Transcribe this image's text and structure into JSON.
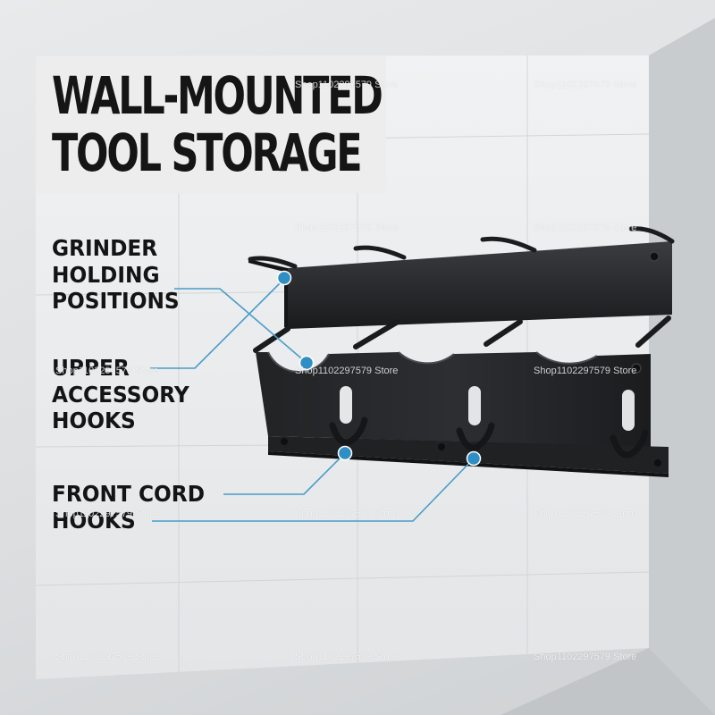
{
  "title": {
    "line1": "WALL-MOUNTED",
    "line2": "TOOL STORAGE"
  },
  "callouts": [
    {
      "lines": [
        "GRINDER",
        "HOLDING",
        "POSITIONS"
      ]
    },
    {
      "lines": [
        "UPPER",
        "ACCESSORY",
        "HOOKS"
      ]
    },
    {
      "lines": [
        "FRONT CORD",
        "HOOKS"
      ]
    }
  ],
  "watermark": "Shop1102297579 Store",
  "colors": {
    "accent_dot": "#2f8fc4",
    "leader_line": "#4a9cc9",
    "rack_steel": "#1c1d1f",
    "title_text": "#151515",
    "title_box": "#ededee"
  }
}
